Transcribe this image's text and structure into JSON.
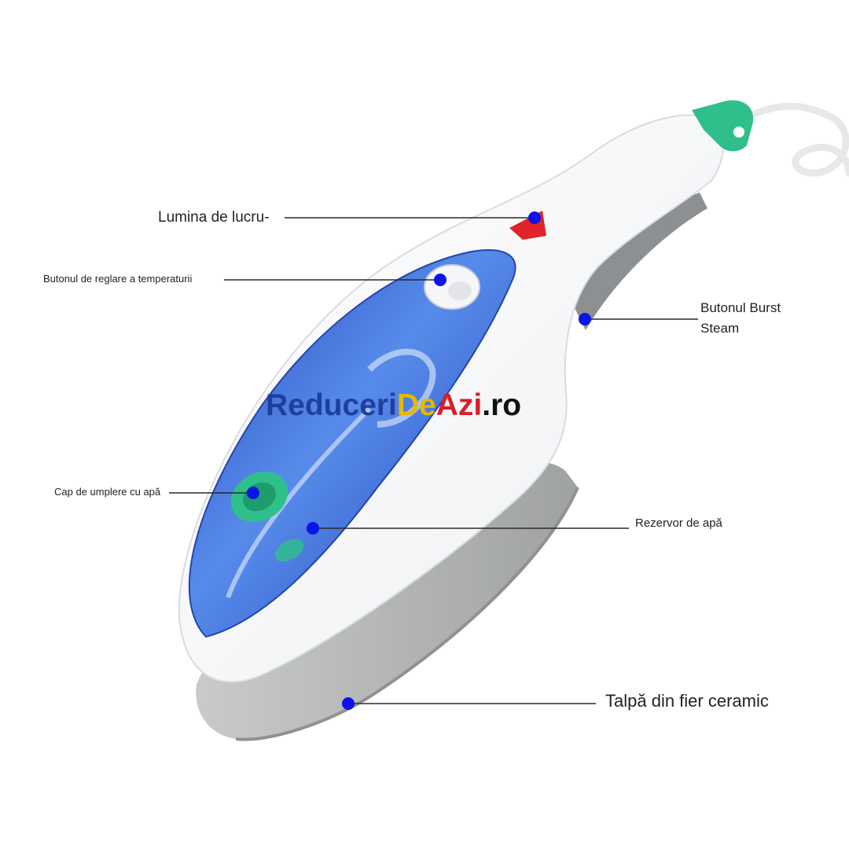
{
  "callouts": {
    "work_light": "Lumina de lucru-",
    "temperature_button": "Butonul de reglare a temperaturii",
    "burst_steam_line1": "Butonul Burst",
    "burst_steam_line2": "Steam",
    "fill_cap": "Cap de umplere cu apă",
    "water_tank": "Rezervor de apă",
    "ceramic_plate": "Talpă din fier ceramic"
  },
  "watermark": {
    "part1": "Reduceri",
    "part2": "De",
    "part3": "Azi",
    "part4": ".ro"
  },
  "colors": {
    "marker": "#0a14e6",
    "body": "#ffffff",
    "tank": "#2f5fd6",
    "accent_green": "#2fbf8a",
    "plate": "#b9bcba",
    "light_red": "#e0242a"
  }
}
